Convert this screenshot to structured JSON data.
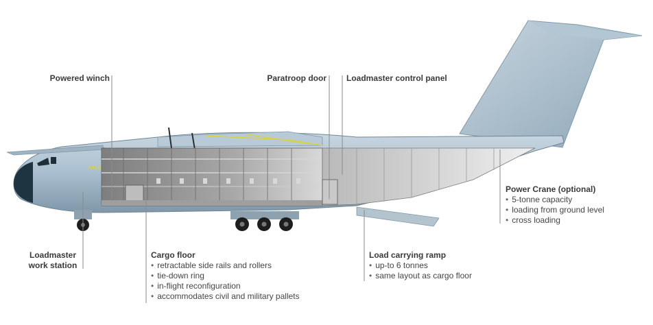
{
  "callouts": {
    "powered_winch": {
      "title": "Powered winch"
    },
    "paratroop_door": {
      "title": "Paratroop door"
    },
    "loadmaster_control_panel": {
      "title": "Loadmaster control panel"
    },
    "power_crane": {
      "title": "Power Crane (optional)",
      "items": [
        "5-tonne capacity",
        "loading from ground level",
        "cross loading"
      ]
    },
    "loadmaster_work_station": {
      "title_line1": "Loadmaster",
      "title_line2": "work station"
    },
    "cargo_floor": {
      "title": "Cargo floor",
      "items": [
        "retractable side rails and rollers",
        "tie-down ring",
        "in-flight reconfiguration",
        "accommodates civil and military pallets"
      ]
    },
    "load_carrying_ramp": {
      "title": "Load carrying ramp",
      "items": [
        "up-to 6 tonnes",
        "same layout as cargo floor"
      ]
    }
  },
  "aircraft": {
    "fuselage_color": "#a9bfcf",
    "nose_color": "#1e3440",
    "cargo_hold_color": "#8c8c8c",
    "badge_text": "A400",
    "badge_color": "#d9d23a"
  },
  "leader_line_color": "#8a8a8a"
}
